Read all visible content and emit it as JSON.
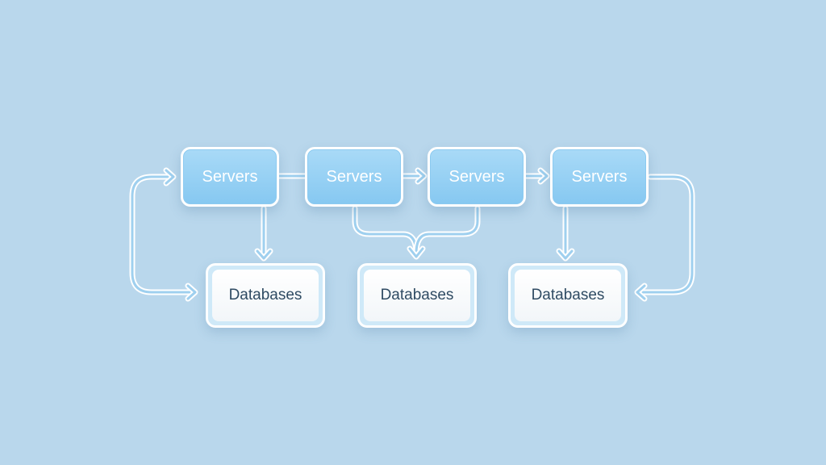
{
  "colors": {
    "background": "#b9d7ec",
    "server_fill": "#93cef3",
    "connector": "#9fd0ef",
    "outline": "#ffffff",
    "database_text": "#2f4b63"
  },
  "diagram": {
    "servers": [
      {
        "label": "Servers"
      },
      {
        "label": "Servers"
      },
      {
        "label": "Servers"
      },
      {
        "label": "Servers"
      }
    ],
    "databases": [
      {
        "label": "Databases"
      },
      {
        "label": "Databases"
      },
      {
        "label": "Databases"
      }
    ],
    "connections": [
      {
        "from": "server-1",
        "to": "server-2",
        "arrow": false
      },
      {
        "from": "server-2",
        "to": "server-3",
        "arrow": true
      },
      {
        "from": "server-3",
        "to": "server-4",
        "arrow": true
      },
      {
        "from": "server-1",
        "to": "database-1",
        "arrow": true
      },
      {
        "from": "database-1",
        "to": "server-1",
        "arrow": true,
        "bidirectional": true
      },
      {
        "from": "server-2",
        "to": "database-2",
        "arrow": true
      },
      {
        "from": "server-3",
        "to": "database-2",
        "arrow": true
      },
      {
        "from": "server-4",
        "to": "database-3",
        "arrow": true
      },
      {
        "from": "server-4",
        "to": "database-3",
        "arrow": true,
        "routing": "loop-right"
      }
    ]
  }
}
